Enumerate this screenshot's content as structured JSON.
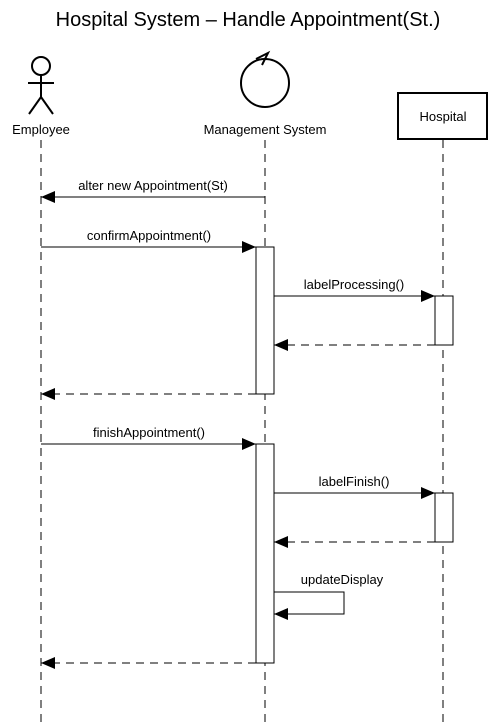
{
  "diagram": {
    "title": "Hospital System – Handle Appointment(St.)",
    "participants": {
      "employee": {
        "label": "Employee",
        "symbol": "actor"
      },
      "management": {
        "label": "Management System",
        "symbol": "control"
      },
      "hospital": {
        "label": "Hospital",
        "symbol": "box"
      }
    },
    "messages": {
      "m1": {
        "label": "alter new Appointment(St)",
        "from": "Management System",
        "to": "Employee",
        "kind": "sync"
      },
      "m2": {
        "label": "confirmAppointment()",
        "from": "Employee",
        "to": "Management System",
        "kind": "sync"
      },
      "m3": {
        "label": "labelProcessing()",
        "from": "Management System",
        "to": "Hospital",
        "kind": "sync"
      },
      "m4": {
        "from": "Hospital",
        "to": "Management System",
        "kind": "return"
      },
      "m5": {
        "from": "Management System",
        "to": "Employee",
        "kind": "return"
      },
      "m6": {
        "label": "finishAppointment()",
        "from": "Employee",
        "to": "Management System",
        "kind": "sync"
      },
      "m7": {
        "label": "labelFinish()",
        "from": "Management System",
        "to": "Hospital",
        "kind": "sync"
      },
      "m8": {
        "from": "Hospital",
        "to": "Management System",
        "kind": "return"
      },
      "m9": {
        "label": "updateDisplay",
        "from": "Management System",
        "to": "Management System",
        "kind": "self"
      },
      "m10": {
        "from": "Management System",
        "to": "Employee",
        "kind": "return"
      }
    }
  }
}
